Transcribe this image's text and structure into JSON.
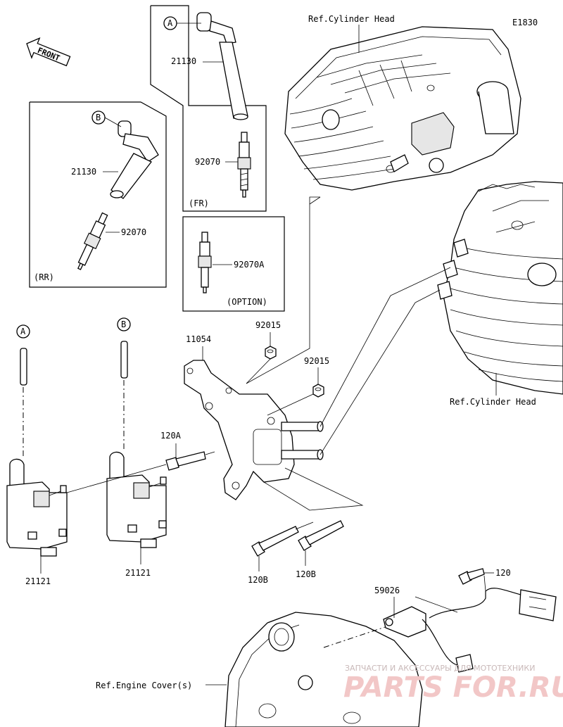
{
  "diagram": {
    "code": "E1830",
    "direction": "FRONT",
    "refs": {
      "cylinder_head_top": "Ref.Cylinder Head",
      "cylinder_head_right": "Ref.Cylinder Head",
      "engine_cover": "Ref.Engine Cover(s)"
    },
    "boxes": {
      "fr": "(FR)",
      "rr": "(RR)",
      "option": "(OPTION)"
    },
    "markers": {
      "a": "A",
      "b": "B"
    },
    "parts": {
      "p21130_fr": "21130",
      "p92070_fr": "92070",
      "p21130_rr": "21130",
      "p92070_rr": "92070",
      "p92070a": "92070A",
      "p11054": "11054",
      "p92015_top": "92015",
      "p92015_mid": "92015",
      "p120a": "120A",
      "p21121_left": "21121",
      "p21121_right": "21121",
      "p120b_left": "120B",
      "p120b_right": "120B",
      "p59026": "59026",
      "p120": "120"
    }
  },
  "watermark": {
    "line1": "ЗАПЧАСТИ И АКСЕССУАРЫ ДЛЯ МОТОТЕХНИКИ",
    "line2": "PARTS FOR.RU"
  }
}
